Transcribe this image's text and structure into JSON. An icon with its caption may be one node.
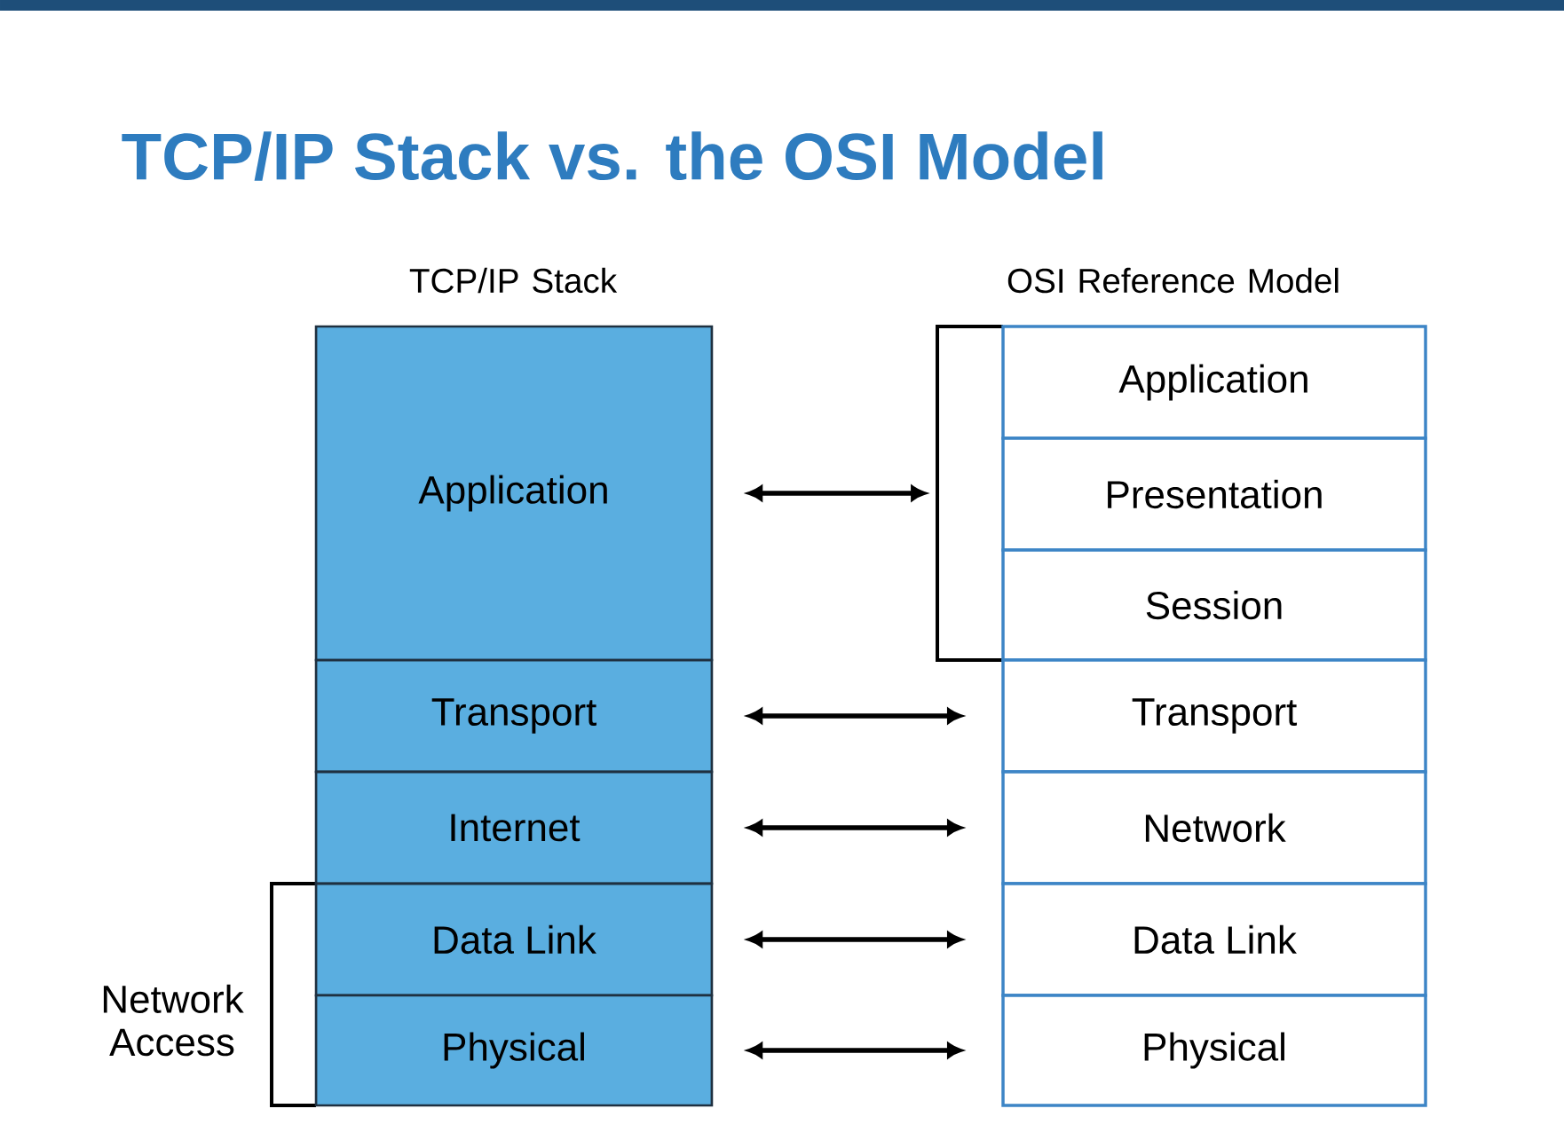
{
  "diagram": {
    "title": "TCP/IP Stack vs. the OSI Model",
    "nodes": [
      {
        "text": [
          "Application"
        ]
      },
      {
        "text": [
          "Transport"
        ]
      },
      {
        "text": [
          "Internet"
        ]
      },
      {
        "text": [
          "Data Link"
        ]
      },
      {
        "text": [
          "Physical"
        ]
      },
      {
        "text": [],
        "shape": "bracket"
      },
      {
        "text": [
          "Application"
        ]
      },
      {
        "text": [
          "Presentation"
        ]
      },
      {
        "text": [
          "Session"
        ]
      },
      {
        "text": [
          "Transport"
        ]
      },
      {
        "text": [
          "Network"
        ]
      },
      {
        "text": [
          "Data Link"
        ]
      },
      {
        "text": [
          "Physical"
        ]
      }
    ],
    "edges": [
      {
        "from": 0,
        "to": 5,
        "arrow": "both"
      },
      {
        "from": 1,
        "to": 9,
        "arrow": "both"
      },
      {
        "from": 2,
        "to": 10,
        "arrow": "both"
      },
      {
        "from": 3,
        "to": 11,
        "arrow": "both"
      },
      {
        "from": 4,
        "to": 12,
        "arrow": "both"
      }
    ],
    "labels": [
      "TCP/IP Stack",
      "OSI Reference Model",
      "Network Access"
    ]
  }
}
